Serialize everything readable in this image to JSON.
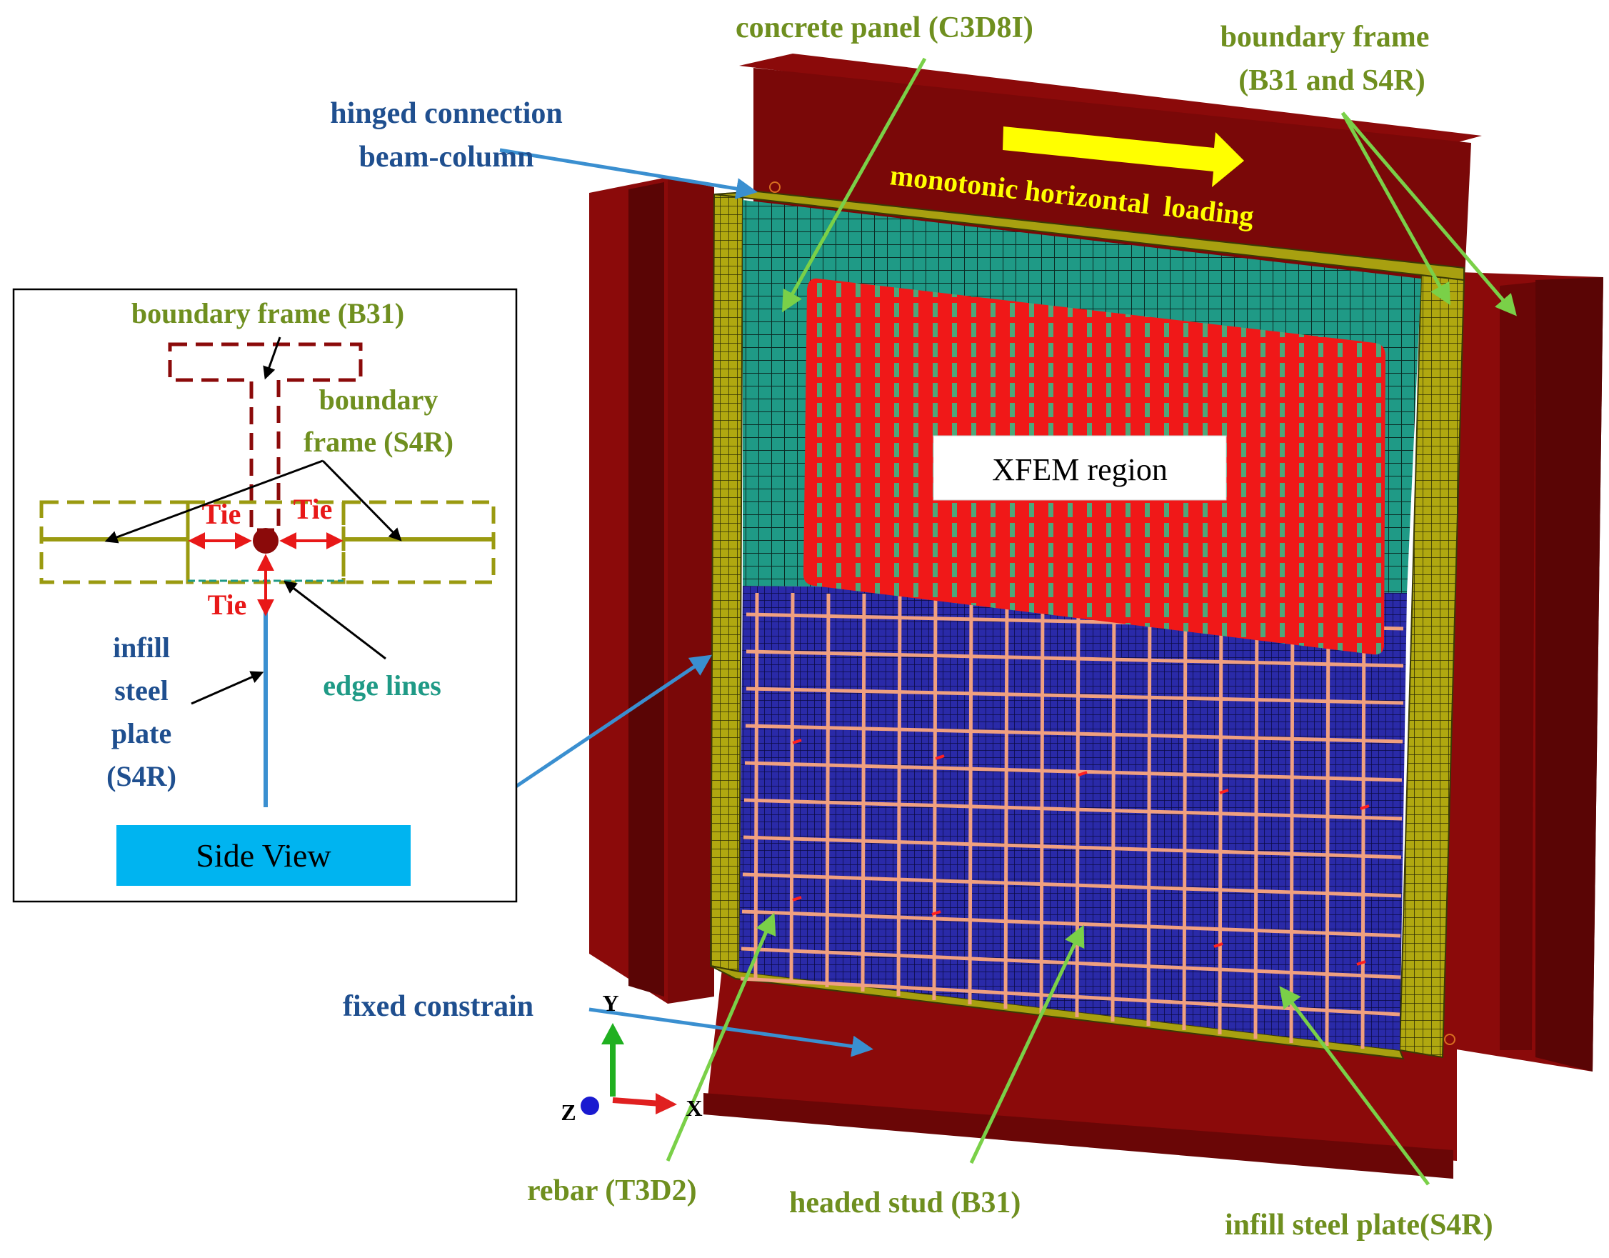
{
  "labels": {
    "concrete_panel": "concrete panel (C3D8I)",
    "boundary_frame_line1": "boundary frame",
    "boundary_frame_line2": "(B31 and S4R)",
    "hinged_line1": "hinged connection",
    "hinged_line2": "beam-column",
    "loading": "monotonic horizontal  loading",
    "xfem": "XFEM region",
    "fixed": "fixed constrain",
    "rebar": "rebar (T3D2)",
    "stud": "headed stud (B31)",
    "infill": "infill steel plate(S4R)"
  },
  "inset": {
    "bf_b31": "boundary frame (B31)",
    "bf_s4r_line1": "boundary",
    "bf_s4r_line2": "frame (S4R)",
    "tie": "Tie",
    "edge_lines": "edge lines",
    "infill_line1": "infill",
    "infill_line2": "steel",
    "infill_line3": "plate",
    "infill_line4": "(S4R)",
    "side_view": "Side View"
  },
  "axes": {
    "y": "Y",
    "z": "Z",
    "x": "X"
  },
  "colors": {
    "frame_red": "#8b0a0a",
    "frame_dark": "#5a0505",
    "concrete_teal": "#1f9a86",
    "xfem_red": "#f01818",
    "plate_blue": "#2a2aa8",
    "rebar_pink": "#f0a080",
    "olive": "#9a9a10",
    "label_green": "#6f8f1f",
    "label_blue": "#1f4f8f",
    "arrow_green": "#7ad048",
    "arrow_blue": "#3a8fd0",
    "load_yellow": "#ffff00",
    "tie_red": "#e81818",
    "side_view_cyan": "#00b4f0"
  }
}
